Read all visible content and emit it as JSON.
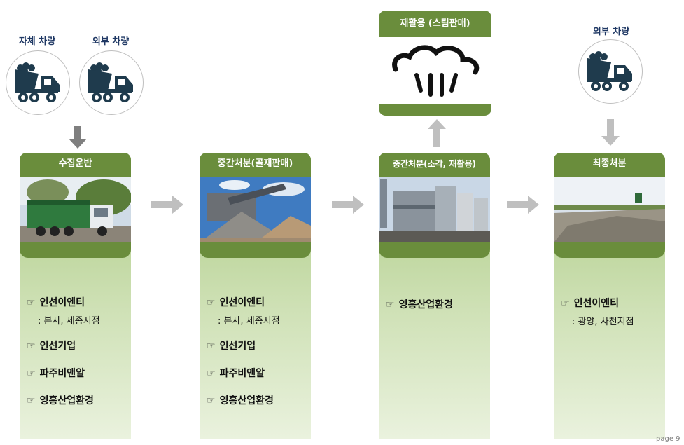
{
  "vehicles": {
    "own": "자체 차량",
    "external_left": "외부 차량",
    "external_right": "외부 차량"
  },
  "recycle_box": {
    "title": "재활용 (스팀판매)",
    "icon": "steam-icon"
  },
  "columns": [
    {
      "title": "수집운반",
      "photo": "truck-photo",
      "items": [
        {
          "name": "인선이엔티",
          "sub": ": 본사, 세종지점"
        },
        {
          "name": "인선기업"
        },
        {
          "name": "파주비앤알"
        },
        {
          "name": "영흥산업환경"
        }
      ]
    },
    {
      "title": "중간처분(골재판매)",
      "photo": "aggregate-photo",
      "items": [
        {
          "name": "인선이엔티",
          "sub": ": 본사, 세종지점"
        },
        {
          "name": "인선기업"
        },
        {
          "name": "파주비앤알"
        },
        {
          "name": "영흥산업환경"
        }
      ]
    },
    {
      "title": "중간처분(소각, 재활용)",
      "photo": "incinerator-photo",
      "items": [
        {
          "name": "영흥산업환경"
        }
      ]
    },
    {
      "title": "최종처분",
      "photo": "landfill-photo",
      "items": [
        {
          "name": "인선이엔티",
          "sub": ": 광양, 사천지점"
        }
      ]
    }
  ],
  "bullet": "☞",
  "page_label": "page 9",
  "colors": {
    "header_green": "#6a8d3c",
    "column_green": "#a9c97f",
    "label_navy": "#1f3864",
    "arrow_gray": "#bfbfbf"
  }
}
